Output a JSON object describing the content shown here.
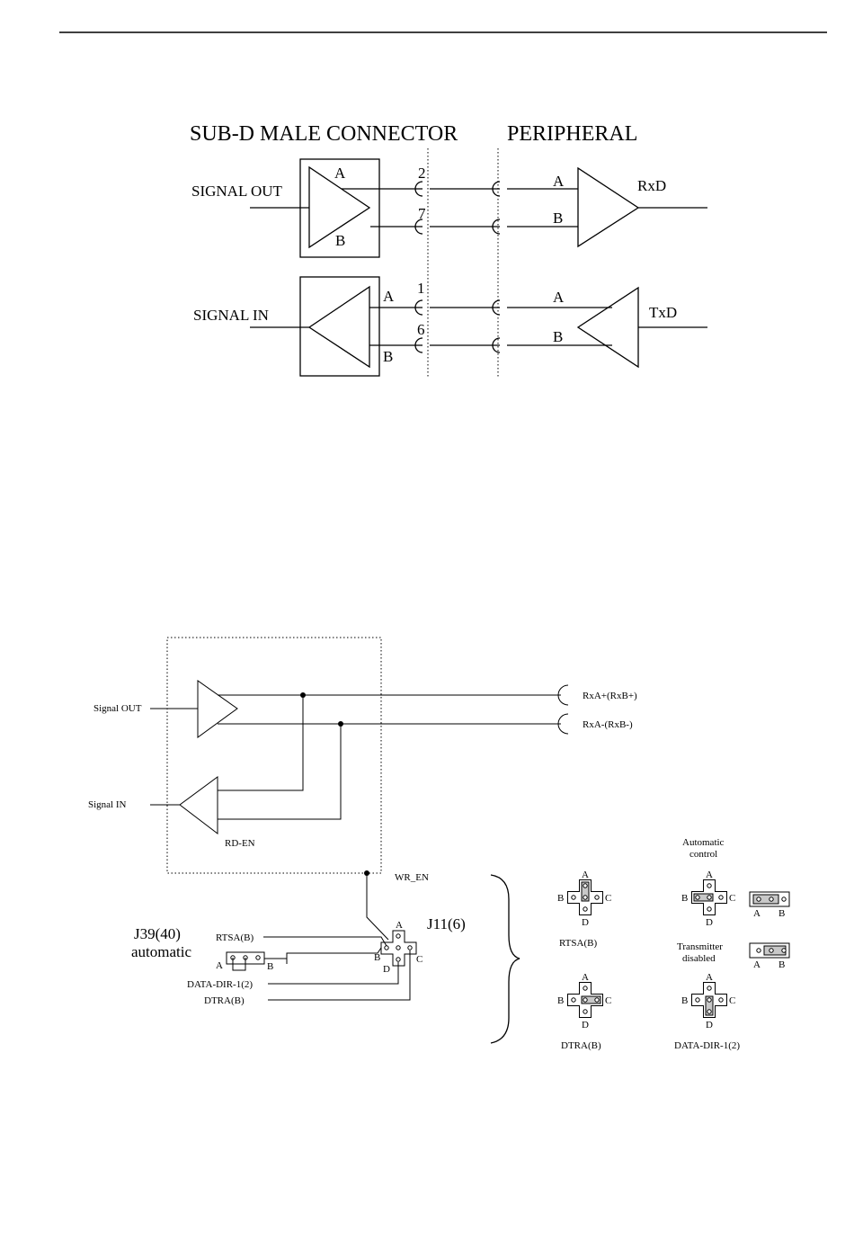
{
  "diagram1": {
    "title_left": "SUB-D MALE CONNECTOR",
    "title_right": "PERIPHERAL",
    "signal_out": "SIGNAL OUT",
    "signal_in": "SIGNAL IN",
    "label_a": "A",
    "label_b": "B",
    "pins": {
      "p2": "2",
      "p7": "7",
      "p1": "1",
      "p6": "6"
    },
    "rxd": "RxD",
    "txd": "TxD"
  },
  "diagram2": {
    "signal_out": "Signal OUT",
    "signal_in": "Signal IN",
    "rx_plus": "RxA+(RxB+)",
    "rx_minus": "RxA-(RxB-)",
    "rd_en": "RD-EN",
    "wr_en": "WR_EN",
    "j11": "J11(6)",
    "j39_line1": "J39(40)",
    "j39_line2": "automatic",
    "rtsa": "RTSA(B)",
    "data_dir": "DATA-DIR-1(2)",
    "dtra": "DTRA(B)",
    "letters": {
      "a": "A",
      "b": "B",
      "c": "C",
      "d": "D"
    }
  },
  "jumpers": {
    "rtsa_caption": "RTSA(B)",
    "dtra_caption": "DTRA(B)",
    "data_dir_caption": "DATA-DIR-1(2)",
    "automatic_line1": "Automatic",
    "automatic_line2": "control",
    "transmitter_line1": "Transmitter",
    "transmitter_line2": "disabled"
  }
}
